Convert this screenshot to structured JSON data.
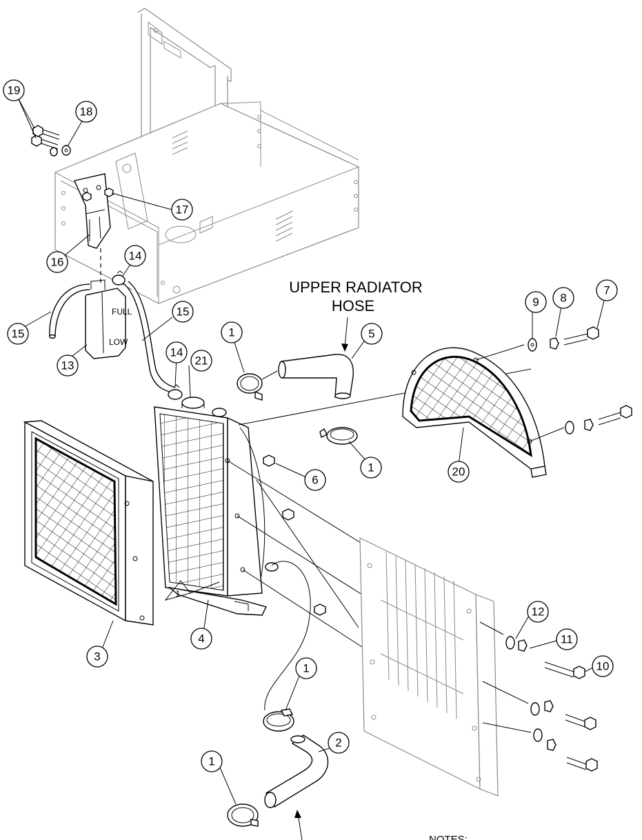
{
  "labels": {
    "upper_hose_line1": "UPPER RADIATOR",
    "upper_hose_line2": "HOSE",
    "notes": "NOTES:",
    "tank_full": "FULL",
    "tank_low": "LOW",
    "note_flag": "1"
  },
  "callouts": [
    {
      "id": "c19",
      "num": "19"
    },
    {
      "id": "c18",
      "num": "18"
    },
    {
      "id": "c17",
      "num": "17"
    },
    {
      "id": "c16",
      "num": "16"
    },
    {
      "id": "c14a",
      "num": "14"
    },
    {
      "id": "c15a",
      "num": "15"
    },
    {
      "id": "c15b",
      "num": "15"
    },
    {
      "id": "c13",
      "num": "13"
    },
    {
      "id": "c14b",
      "num": "14"
    },
    {
      "id": "c21",
      "num": "21"
    },
    {
      "id": "c1a",
      "num": "1"
    },
    {
      "id": "c5",
      "num": "5"
    },
    {
      "id": "c1b",
      "num": "1"
    },
    {
      "id": "c9",
      "num": "9"
    },
    {
      "id": "c8",
      "num": "8"
    },
    {
      "id": "c7",
      "num": "7"
    },
    {
      "id": "c20",
      "num": "20"
    },
    {
      "id": "c6",
      "num": "6"
    },
    {
      "id": "c3",
      "num": "3"
    },
    {
      "id": "c4",
      "num": "4"
    },
    {
      "id": "c12",
      "num": "12"
    },
    {
      "id": "c11",
      "num": "11"
    },
    {
      "id": "c10",
      "num": "10"
    },
    {
      "id": "c1c",
      "num": "1"
    },
    {
      "id": "c2",
      "num": "2"
    },
    {
      "id": "c1d",
      "num": "1"
    }
  ]
}
